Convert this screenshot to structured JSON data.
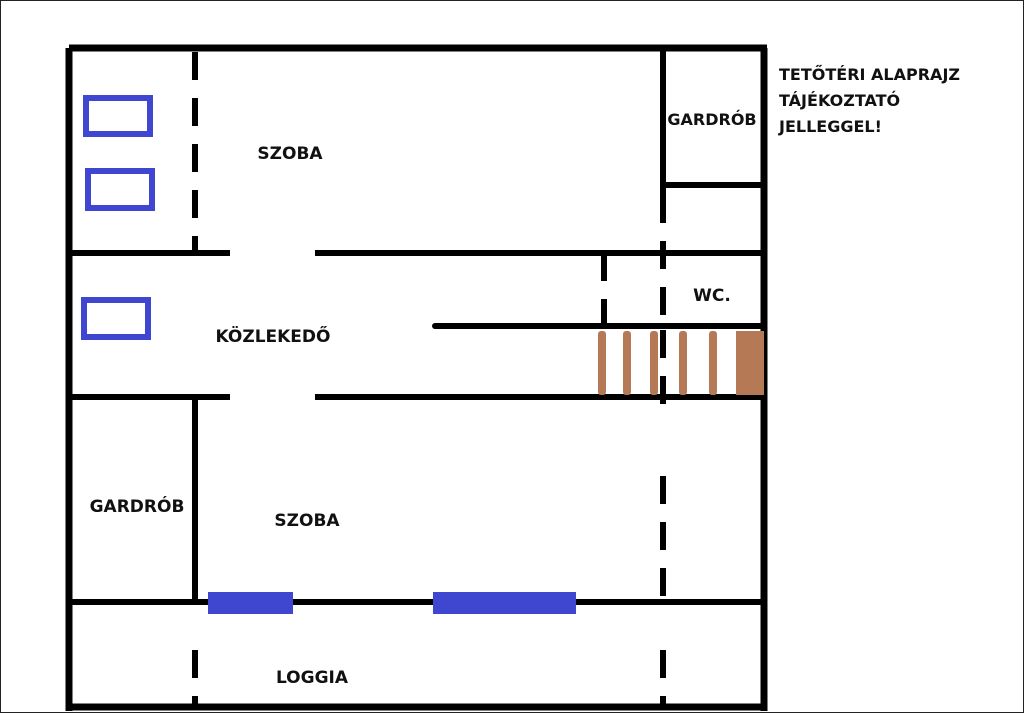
{
  "note": {
    "line1": "TETŐTÉRI ALAPRAJZ",
    "line2": "TÁJÉKOZTATÓ",
    "line3": "JELLEGGEL!"
  },
  "rooms": {
    "szoba_top": "SZOBA",
    "gardrob_top": "GARDRÓB",
    "wc": "WC.",
    "kozlekedo": "KÖZLEKEDŐ",
    "gardrob_left": "GARDRÓB",
    "szoba_bottom": "SZOBA",
    "loggia": "LOGGIA"
  },
  "colors": {
    "walls": "#000000",
    "windows": "#3f46d0",
    "stairs": "#b57a55"
  }
}
